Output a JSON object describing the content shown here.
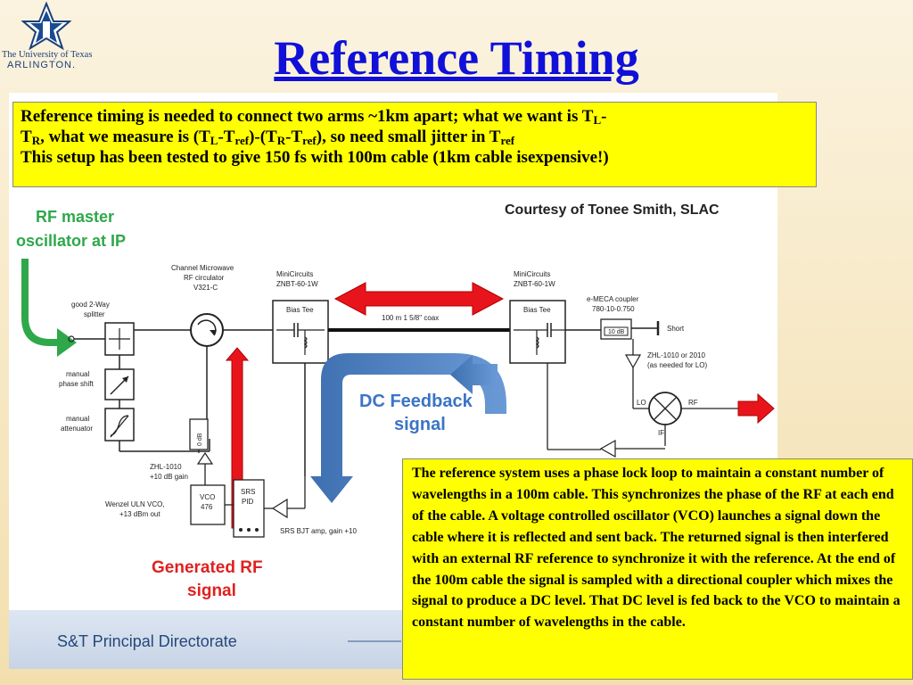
{
  "slide": {
    "title": "Reference Timing"
  },
  "logo": {
    "line1": "The University of Texas",
    "line2": "ARLINGTON."
  },
  "top_box": {
    "line1_pre": "Reference timing is needed to connect  two arms ~1km apart; what we want is T",
    "sub_L": "L",
    "dash": "-",
    "T": "T",
    "sub_R": "R",
    "line2_mid": ", what  we measure is  (T",
    "sub_L2": "L",
    "mid2": "-T",
    "sub_ref1": "ref",
    "mid3": ")-(T",
    "sub_R2": "R",
    "mid4": "-T",
    "sub_ref2": "ref",
    "line2_end": "), so need small jitter in T",
    "sub_ref3": "ref",
    "line3": "This setup has been tested to give 150 fs with 100m cable (1km cable isexpensive!)"
  },
  "bottom_box": {
    "text": "The reference system uses a phase lock loop to maintain a constant number of wavelengths  in a 100m cable.  This synchronizes the phase of the RF at each end of the cable.  A voltage controlled oscillator (VCO) launches a signal down the cable where it is reflected and sent back.  The returned signal is then interfered with an external RF reference to synchronize it with the reference.  At the end of the 100m cable the signal is sampled with a directional coupler which mixes the signal to produce a DC level.  That DC level is fed back to the VCO to maintain a constant number of wavelengths in the cable."
  },
  "diagram": {
    "courtesy": "Courtesy of Tonee Smith, SLAC",
    "rf_master_1": "RF master",
    "rf_master_2": "oscillator at IP",
    "circulator_1": "Channel Microwave",
    "circulator_2": "RF circulator",
    "circulator_3": "V321-C",
    "mc_left_1": "MiniCircuits",
    "mc_left_2": "ZNBT-60-1W",
    "mc_right_1": "MiniCircuits",
    "mc_right_2": "ZNBT-60-1W",
    "bias_tee_left": "Bias Tee",
    "bias_tee_right": "Bias Tee",
    "coax": "100 m 1 5/8\" coax",
    "splitter_1": "good 2-Way",
    "splitter_2": "splitter",
    "phase_1": "manual",
    "phase_2": "phase shift",
    "atten_1": "manual",
    "atten_2": "attenuator",
    "coupler_1": "e-MECA coupler",
    "coupler_2": "780-10-0.750",
    "coupler_db": "10 dB",
    "short": "Short",
    "zhl_right_1": "ZHL-1010 or 2010",
    "zhl_right_2": "(as needed for LO)",
    "lo": "LO",
    "rf": "RF",
    "if": "IF",
    "dc_feedback_1": "DC Feedback",
    "dc_feedback_2": "signal",
    "zhl_left_1": "ZHL-1010",
    "zhl_left_2": "+10 dB gain",
    "wenzel_1": "Wenzel ULN VCO,",
    "wenzel_2": "+13 dBm out",
    "vco_1": "VCO",
    "vco_2": "476",
    "srs_1": "SRS",
    "srs_2": "PID",
    "srs_amp": "SRS BJT amp, gain +10",
    "generated_1": "Generated RF",
    "generated_2": "signal",
    "footer": "S&T Principal Directorate"
  },
  "colors": {
    "title": "#1010d8",
    "highlight": "#ffff00",
    "red_arrow": "#e8141c",
    "blue_arrow": "#4f81bd",
    "green_arrow": "#2ea84a",
    "callout_green": "#2ea84a",
    "callout_blue": "#3b74c4",
    "callout_red": "#e02020"
  },
  "icons": {
    "logo": "ut-arlington-star-icon"
  }
}
